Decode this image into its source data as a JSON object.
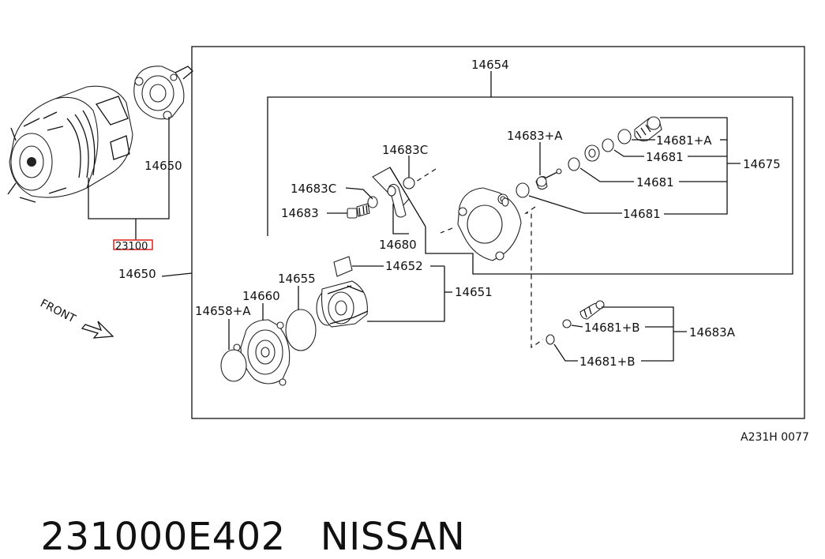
{
  "drawing_code": "A231H 0077",
  "front_label": "FRONT",
  "highlight_color": "#e02020",
  "footer": {
    "part_number": "231000E402",
    "brand": "NISSAN"
  },
  "labels": {
    "p14654": "14654",
    "p14650_top": "14650",
    "p23100": "23100",
    "p14650_mid": "14650",
    "p14683C_a": "14683C",
    "p14683C_b": "14683C",
    "p14683": "14683",
    "p14680": "14680",
    "p14683A_plus": "14683+A",
    "p14681A": "14681+A",
    "p14681_1": "14681",
    "p14675": "14675",
    "p14681_2": "14681",
    "p14681_3": "14681",
    "p14652": "14652",
    "p14655": "14655",
    "p14651": "14651",
    "p14660": "14660",
    "p14658A": "14658+A",
    "p14681B_1": "14681+B",
    "p14683A": "14683A",
    "p14681B_2": "14681+B"
  }
}
